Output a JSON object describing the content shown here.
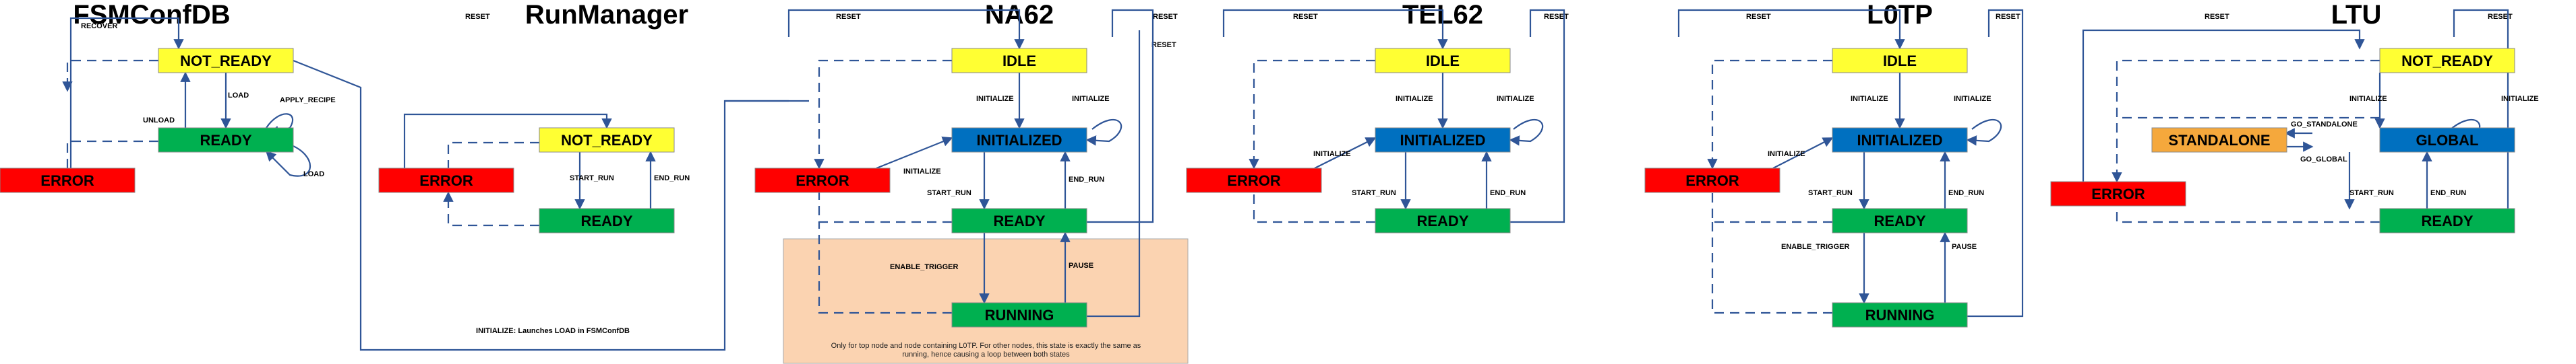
{
  "colors": {
    "yellow": "#ffff33",
    "green": "#00b050",
    "blue": "#0070c0",
    "red": "#ff0000",
    "orange": "#f5a83c",
    "note_fill": "#fbd3b1",
    "connector": "#2f5597"
  },
  "diagrams": [
    {
      "title": "FSMConfDB",
      "states": [
        {
          "label": "NOT_READY",
          "color": "yellow"
        },
        {
          "label": "READY",
          "color": "green"
        },
        {
          "label": "ERROR",
          "color": "red"
        }
      ],
      "edge_labels": [
        "RECOVER",
        "LOAD",
        "UNLOAD",
        "APPLY_RECIPE",
        "LOAD"
      ]
    },
    {
      "title": "RunManager",
      "states": [
        {
          "label": "NOT_READY",
          "color": "yellow"
        },
        {
          "label": "ERROR",
          "color": "red"
        },
        {
          "label": "READY",
          "color": "green"
        }
      ],
      "edge_labels": [
        "RESET",
        "START_RUN",
        "END_RUN"
      ],
      "note": "INITIALIZE: Launches LOAD in FSMConfDB"
    },
    {
      "title": "NA62",
      "states": [
        {
          "label": "IDLE",
          "color": "yellow"
        },
        {
          "label": "INITIALIZED",
          "color": "blue"
        },
        {
          "label": "ERROR",
          "color": "red"
        },
        {
          "label": "READY",
          "color": "green"
        },
        {
          "label": "RUNNING",
          "color": "green"
        }
      ],
      "edge_labels": [
        "RESET",
        "RESET",
        "INITIALIZE",
        "INITIALIZE",
        "INITIALIZE",
        "START_RUN",
        "END_RUN",
        "ENABLE_TRIGGER",
        "PAUSE"
      ],
      "note": "Only for top node and node containing L0TP. For other nodes, this state is exactly the same as running, hence causing a loop between both states"
    },
    {
      "title": "TEL62",
      "states": [
        {
          "label": "IDLE",
          "color": "yellow"
        },
        {
          "label": "INITIALIZED",
          "color": "blue"
        },
        {
          "label": "ERROR",
          "color": "red"
        },
        {
          "label": "READY",
          "color": "green"
        }
      ],
      "edge_labels": [
        "RESET",
        "RESET",
        "INITIALIZE",
        "INITIALIZE",
        "INITIALIZE",
        "START_RUN",
        "END_RUN"
      ]
    },
    {
      "title": "L0TP",
      "states": [
        {
          "label": "IDLE",
          "color": "yellow"
        },
        {
          "label": "INITIALIZED",
          "color": "blue"
        },
        {
          "label": "ERROR",
          "color": "red"
        },
        {
          "label": "READY",
          "color": "green"
        },
        {
          "label": "RUNNING",
          "color": "green"
        }
      ],
      "edge_labels": [
        "RESET",
        "RESET",
        "INITIALIZE",
        "INITIALIZE",
        "INITIALIZE",
        "START_RUN",
        "END_RUN",
        "ENABLE_TRIGGER",
        "PAUSE"
      ]
    },
    {
      "title": "LTU",
      "states": [
        {
          "label": "NOT_READY",
          "color": "yellow"
        },
        {
          "label": "STANDALONE",
          "color": "orange"
        },
        {
          "label": "GLOBAL",
          "color": "blue"
        },
        {
          "label": "ERROR",
          "color": "red"
        },
        {
          "label": "READY",
          "color": "green"
        }
      ],
      "edge_labels": [
        "RESET",
        "RESET",
        "INITIALIZE",
        "INITIALIZE",
        "GO_STANDALONE",
        "GO_GLOBAL",
        "START_RUN",
        "END_RUN"
      ]
    }
  ]
}
